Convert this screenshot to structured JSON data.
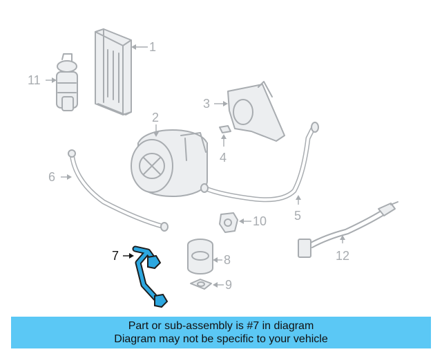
{
  "callouts": {
    "c1": "1",
    "c2": "2",
    "c3": "3",
    "c4": "4",
    "c5": "5",
    "c6": "6",
    "c7": "7",
    "c8": "8",
    "c9": "9",
    "c10": "10",
    "c11": "11",
    "c12": "12"
  },
  "highlight_color": "#2ca7e0",
  "banner_color": "#5bc8f5",
  "banner": {
    "line1": "Part or sub-assembly is #7 in diagram",
    "line2": "Diagram may not be specific to your vehicle"
  }
}
